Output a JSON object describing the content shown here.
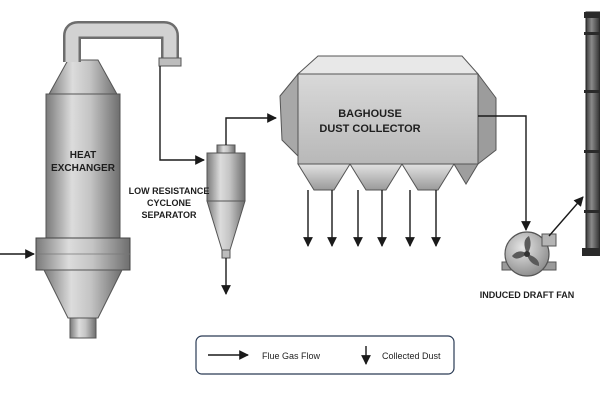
{
  "equipment": {
    "heat_exchanger": {
      "line1": "HEAT",
      "line2": "EXCHANGER"
    },
    "cyclone": {
      "line1": "LOW RESISTANCE",
      "line2": "CYCLONE",
      "line3": "SEPARATOR"
    },
    "baghouse": {
      "line1": "BAGHOUSE",
      "line2": "DUST COLLECTOR"
    },
    "fan": {
      "label": "INDUCED DRAFT FAN"
    }
  },
  "legend": {
    "flue_gas": "Flue Gas Flow",
    "collected_dust": "Collected Dust"
  },
  "colors": {
    "metal_light": "#d6d6d6",
    "metal_dark": "#7c7c7c",
    "line": "#1a1a1a",
    "legend_border": "#2a3b55"
  }
}
